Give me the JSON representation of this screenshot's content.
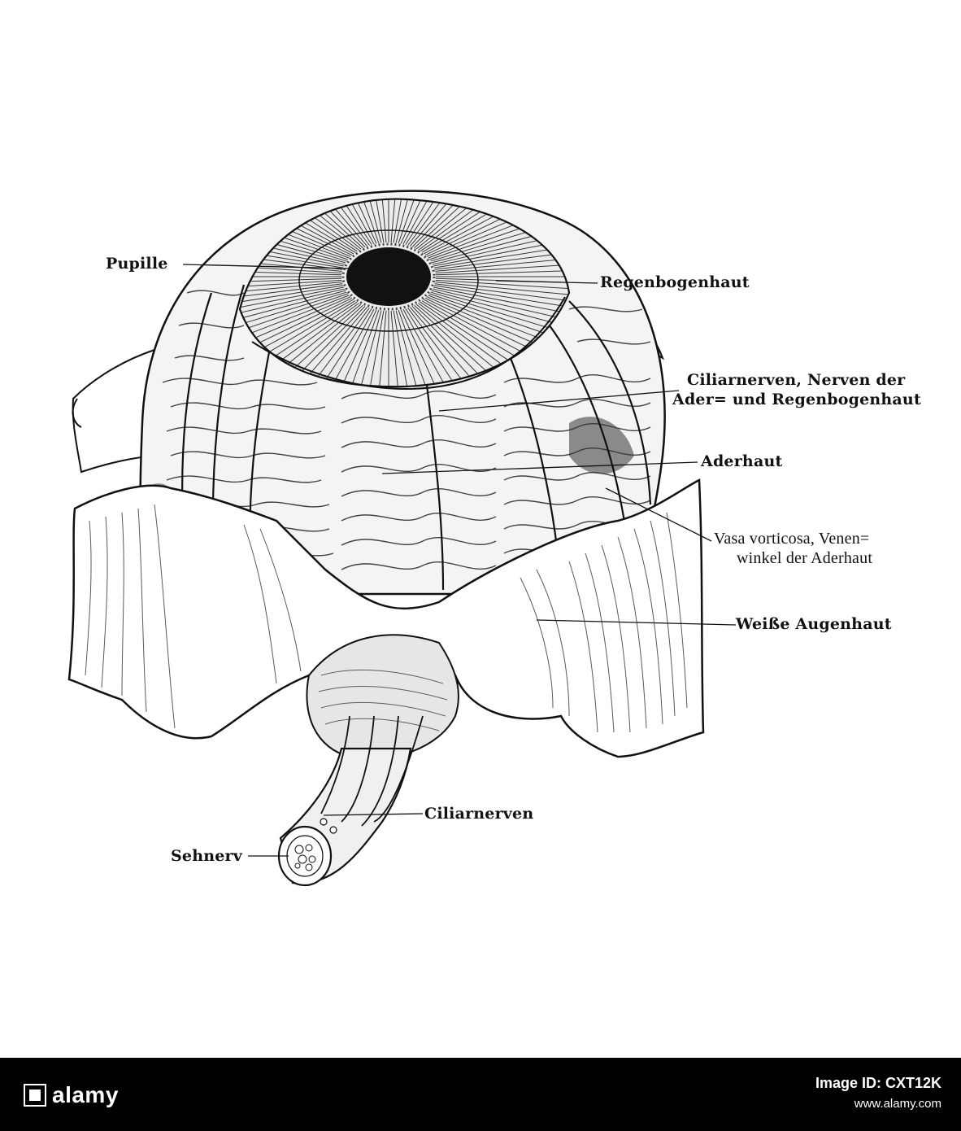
{
  "labels": {
    "pupille": "Pupille",
    "regenbogenhaut": "Regenbogenhaut",
    "ciliarnerven_top_line1": "Ciliarnerven, Nerven der",
    "ciliarnerven_top_line2": "Ader= und Regenbogenhaut",
    "aderhaut": "Aderhaut",
    "vasa_line1": "Vasa vorticosa, Venen=",
    "vasa_line2": "winkel der Aderhaut",
    "weisse_augenhaut": "Weiße Augenhaut",
    "ciliarnerven_bottom": "Ciliarnerven",
    "sehnerv": "Sehnerv"
  },
  "footer": {
    "brand": "alamy",
    "image_id": "Image ID: CXT12K",
    "site": "www.alamy.com"
  },
  "colors": {
    "ink": "#111111",
    "paper": "#ffffff",
    "footer_bg": "#000000"
  }
}
